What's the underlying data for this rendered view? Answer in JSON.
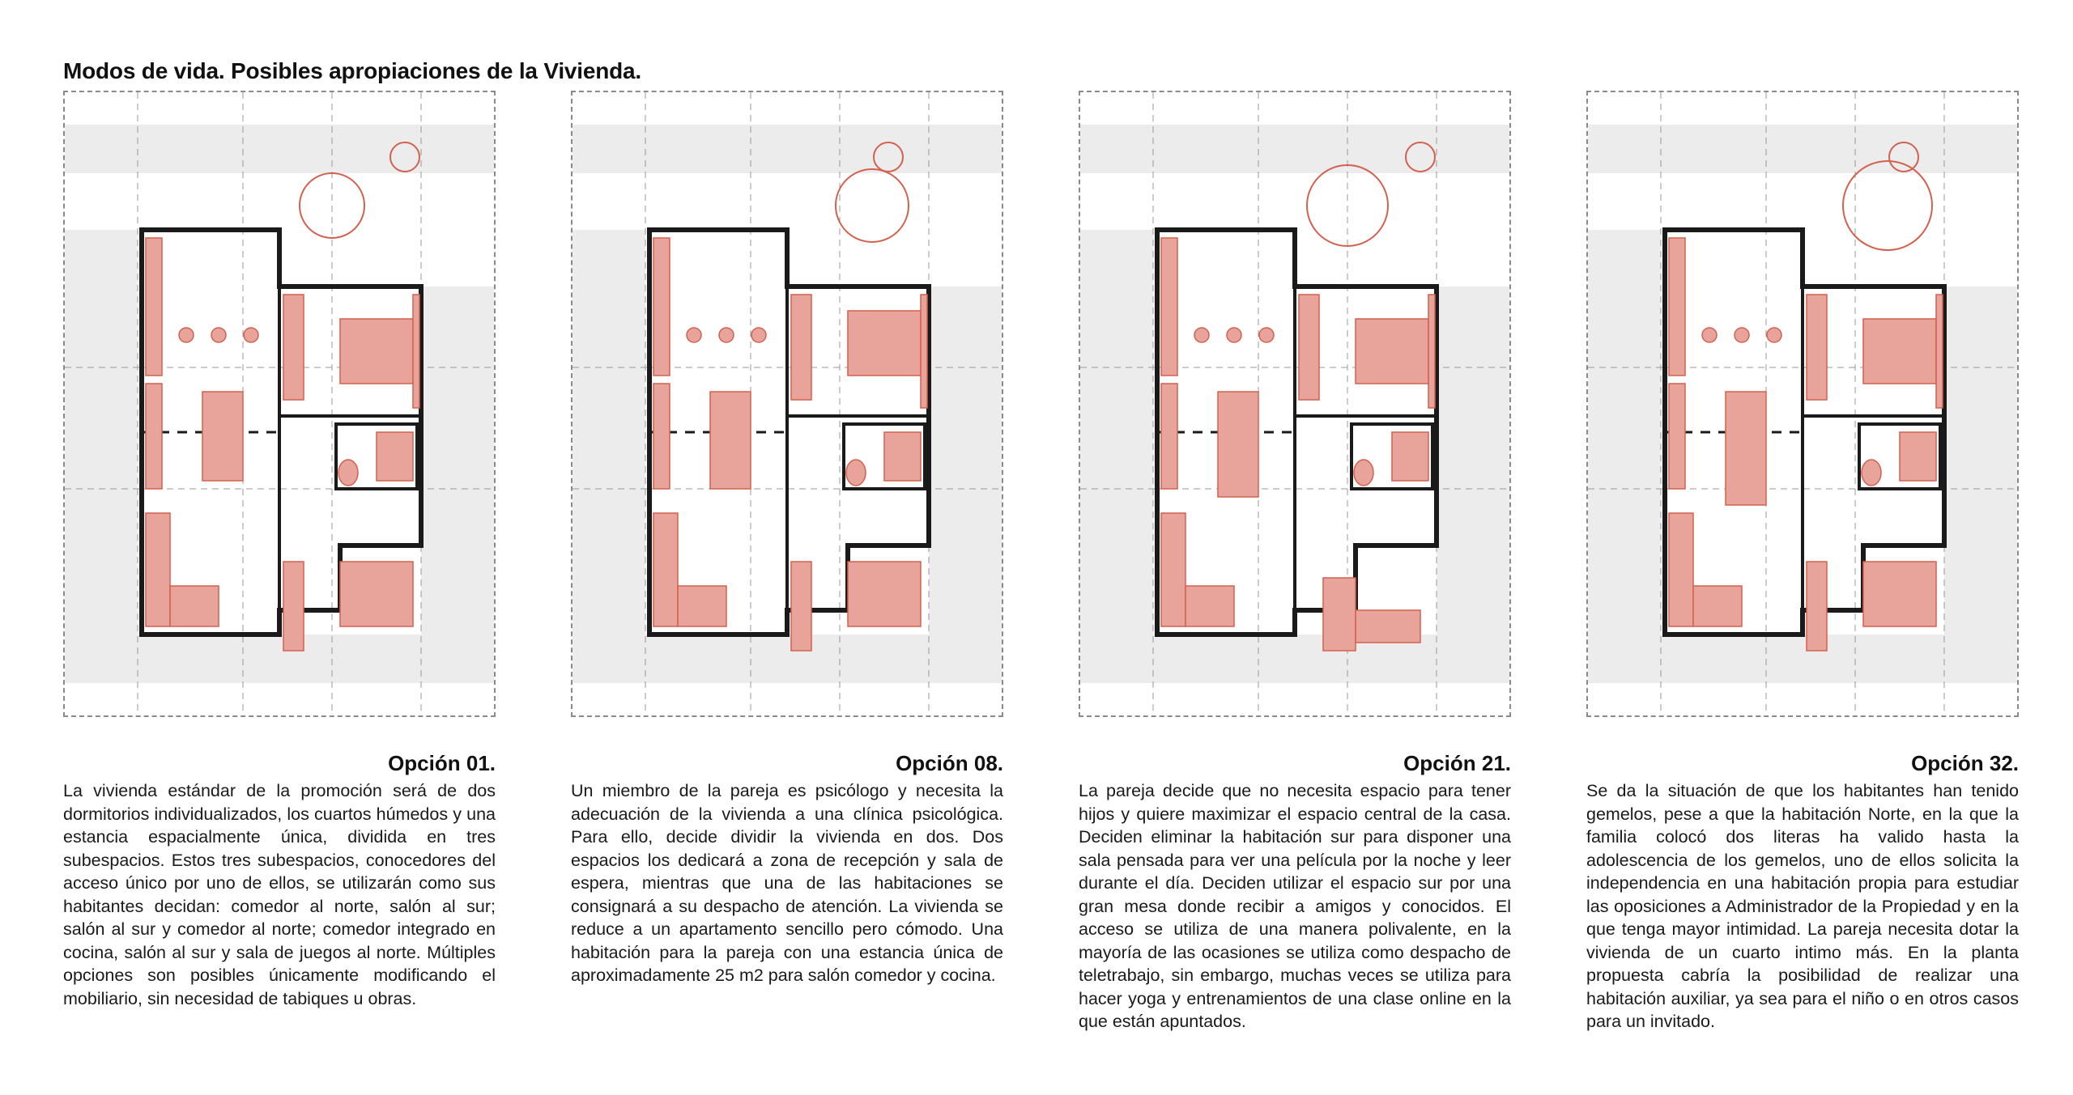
{
  "page": {
    "title": "Modos de vida. Posibles apropiaciones de la Vivienda."
  },
  "colors": {
    "furniture": "#e8a39b",
    "furniture_stroke": "#d2614f",
    "wall": "#1a1a1a",
    "ground": "#ececec"
  },
  "options": [
    {
      "title": "Opción 01.",
      "text": "La vivienda estándar de la promoción será de dos dormitorios individualizados, los cuartos húmedos y una estancia espacialmente única, dividida en tres subespacios. Estos tres subespacios, conocedores del acceso único por uno de ellos, se utilizarán como sus habitantes decidan: comedor al norte, salón al sur; salón al sur y comedor al norte; comedor integrado en cocina, salón al sur y sala de juegos al norte. Múltiples opciones son posibles únicamente modificando el mobiliario, sin necesidad de tabiques u obras."
    },
    {
      "title": "Opción 08.",
      "text": "Un miembro de la pareja es psicólogo y necesita la adecuación de la vivienda a una clínica psicológica. Para ello, decide dividir la vivienda en dos. Dos espacios los dedicará a zona de recepción y sala de espera, mientras que una de las habitaciones se consignará a su despacho de atención. La vivienda se reduce a un apartamento sencillo pero cómodo. Una habitación para la pareja con una estancia única de aproximadamente 25 m2 para salón comedor y cocina."
    },
    {
      "title": "Opción 21.",
      "text": "La pareja decide que no necesita espacio para tener hijos y quiere maximizar el espacio central de la casa. Deciden eliminar la habitación sur para disponer una sala pensada para ver una película por la noche y leer durante el día. Deciden utilizar el espacio sur por una gran mesa donde recibir a amigos y conocidos. El acceso se utiliza de una manera polivalente, en la mayoría de las ocasiones se utiliza como despacho de teletrabajo, sin embargo, muchas veces se utiliza para hacer yoga y entrenamientos de una clase online en la que están apuntados."
    },
    {
      "title": "Opción 32.",
      "text": "Se da la situación de que los habitantes han tenido gemelos, pese a que la habitación Norte, en la que la familia colocó dos literas ha valido hasta la adolescencia de los gemelos, uno de ellos solicita la independencia en una habitación propia para estudiar las oposiciones a Administrador de la Propiedad y en la que tenga mayor intimidad. La pareja necesita dotar la vivienda de un cuarto intimo más. En la planta propuesta cabría la posibilidad de realizar una habitación auxiliar, ya sea para el niño o en otros casos para un invitado."
    }
  ]
}
